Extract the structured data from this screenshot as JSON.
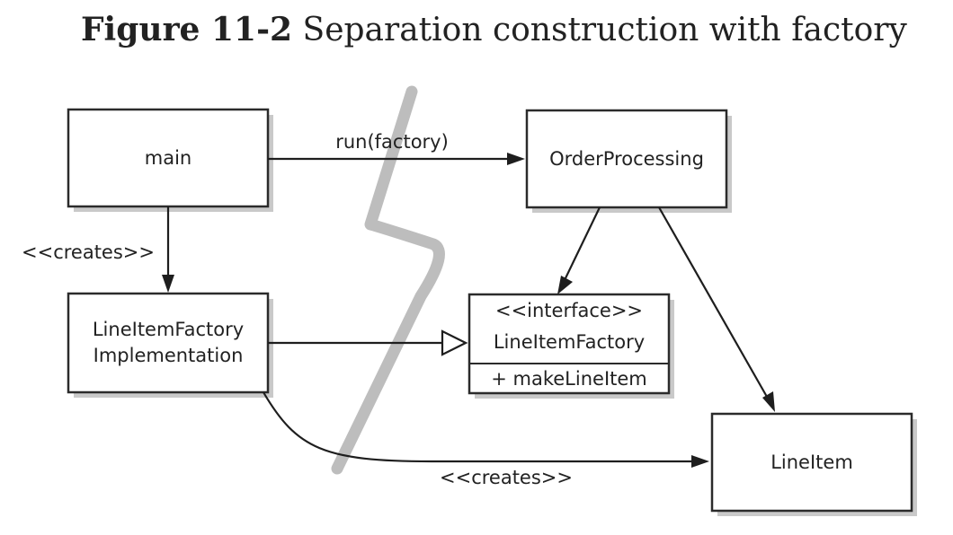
{
  "caption": {
    "label": "Figure 11-2",
    "text": "Separation construction with factory"
  },
  "nodes": {
    "main": {
      "name": "main"
    },
    "order_processing": {
      "name": "OrderProcessing"
    },
    "factory_impl": {
      "line1": "LineItemFactory",
      "line2": "Implementation"
    },
    "line_item_factory": {
      "stereotype": "<<interface>>",
      "name": "LineItemFactory",
      "operation": "+ makeLineItem"
    },
    "line_item": {
      "name": "LineItem"
    }
  },
  "edges": {
    "run_label": "run(factory)",
    "creates_factory_label": "<<creates>>",
    "creates_item_label": "<<creates>>"
  },
  "colors": {
    "box_stroke": "#2b2b2b",
    "shadow": "#c9c9c9",
    "separator": "#bdbdbd",
    "text": "#222222"
  }
}
